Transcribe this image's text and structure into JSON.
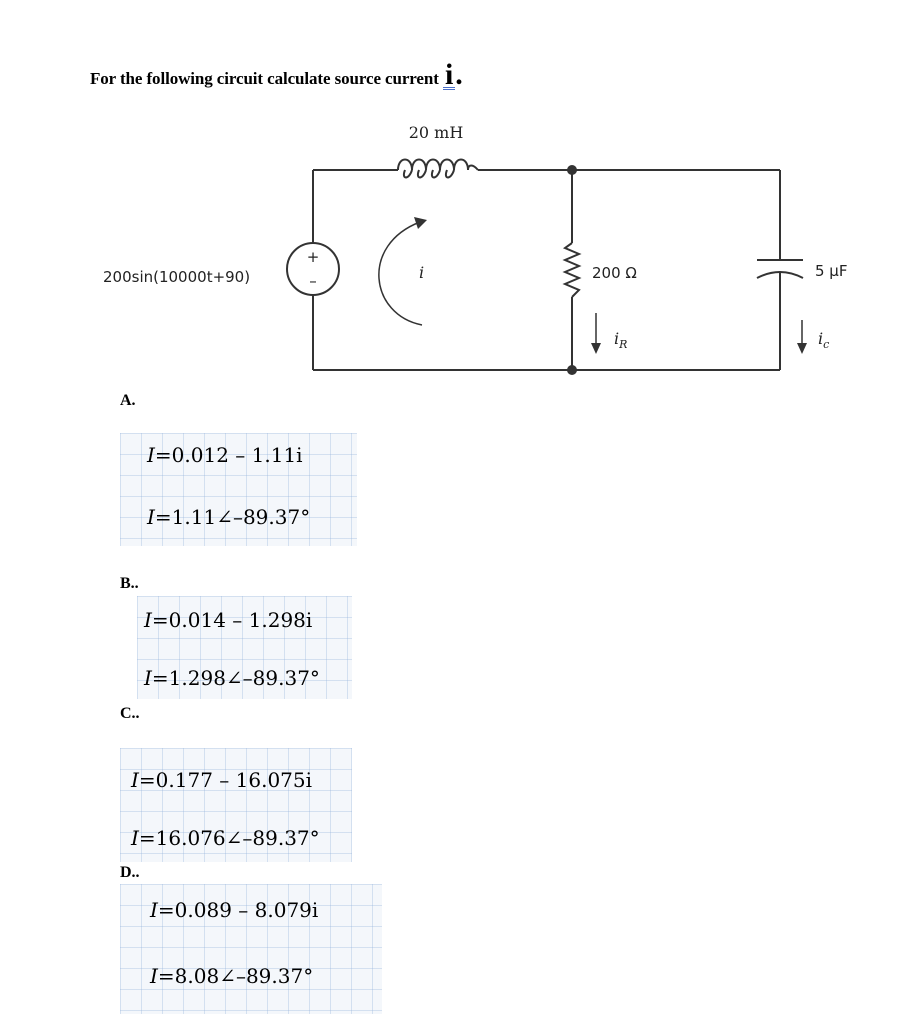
{
  "question": {
    "text": "For the following circuit calculate source current",
    "variable": "i",
    "end": "."
  },
  "circuit": {
    "source_label": "200sin(10000t+90)",
    "source_plus": "+",
    "source_minus": "–",
    "inductor_label": "20 mH",
    "current_label": "i",
    "resistor_label": "200 Ω",
    "resistor_current": "iR",
    "resistor_current_main": "i",
    "resistor_current_sub": "R",
    "capacitor_label": "5 μF",
    "capacitor_current_main": "i",
    "capacitor_current_sub": "c"
  },
  "options": [
    {
      "label": "A.",
      "rect_lhs": "I",
      "rect_rhs": "=0.012 – 1.11i",
      "polar_lhs": "I",
      "polar_rhs": "=1.11∠–89.37°"
    },
    {
      "label": "B..",
      "rect_lhs": "I",
      "rect_rhs": "=0.014 – 1.298i",
      "polar_lhs": "I",
      "polar_rhs": "=1.298∠–89.37°"
    },
    {
      "label": "C..",
      "rect_lhs": "I",
      "rect_rhs": "=0.177 – 16.075i",
      "polar_lhs": "I",
      "polar_rhs": "=16.076∠–89.37°"
    },
    {
      "label": "D..",
      "rect_lhs": "I",
      "rect_rhs": "=0.089 – 8.079i",
      "polar_lhs": "I",
      "polar_rhs": "=8.08∠–89.37°"
    }
  ]
}
